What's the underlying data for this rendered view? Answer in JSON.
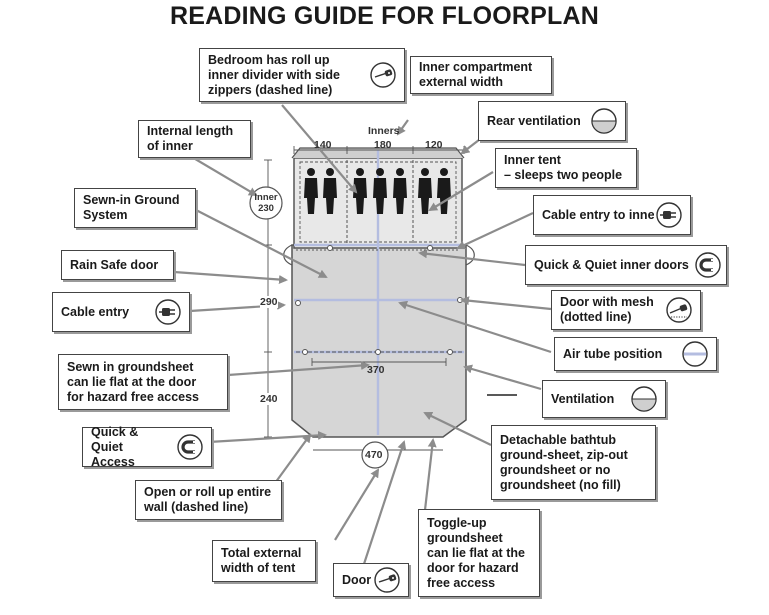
{
  "title": "READING GUIDE FOR FLOORPLAN",
  "dimensions": {
    "inners_label": "Inners",
    "inner_140": "140",
    "inner_180": "180",
    "inner_120": "120",
    "inner_label": "Inner",
    "inner_length": "230",
    "height_290": "290",
    "height_240": "240",
    "width_370": "370",
    "width_470": "470"
  },
  "callouts": {
    "bedroom_divider": "Bedroom has roll up\ninner divider with side\nzippers (dashed line)",
    "inner_compartment": "Inner compartment\nexternal width",
    "rear_ventilation": "Rear ventilation",
    "internal_length": "Internal length\nof inner",
    "inner_tent": "Inner tent\n– sleeps two people",
    "ground_system": "Sewn-in Ground\nSystem",
    "cable_entry_inner": "Cable entry to inner",
    "rain_safe_door": "Rain Safe door",
    "quick_quiet_inner": "Quick & Quiet inner doors",
    "cable_entry": "Cable entry",
    "door_mesh": "Door with mesh\n(dotted line)",
    "air_tube": "Air tube position",
    "sewn_groundsheet": "Sewn in groundsheet\ncan lie flat at the door\nfor hazard free access",
    "ventilation": "Ventilation",
    "quick_quiet_access": "Quick & Quiet\nAccess",
    "bathtub": "Detachable bathtub\nground-sheet, zip-out\ngroundsheet or no\ngroundsheet (no fill)",
    "open_roll": "Open or roll up entire\nwall (dashed line)",
    "toggle_up": "Toggle-up\ngroundsheet\ncan lie flat at the\ndoor for hazard\nfree access",
    "total_width": "Total external\nwidth of tent",
    "door": "Door"
  },
  "colors": {
    "tent_fill": "#d6d6d6",
    "inner_fill": "#e6e6e6",
    "air_tube": "#b4bde0",
    "outline": "#555555",
    "box_border": "#444444",
    "arrow": "#8c8c8c"
  },
  "icons": [
    "zipper-icon",
    "half-circle-icon",
    "plug-icon",
    "magnet-icon",
    "mesh-zipper-icon",
    "air-tube-icon",
    "ventilation-icon"
  ]
}
